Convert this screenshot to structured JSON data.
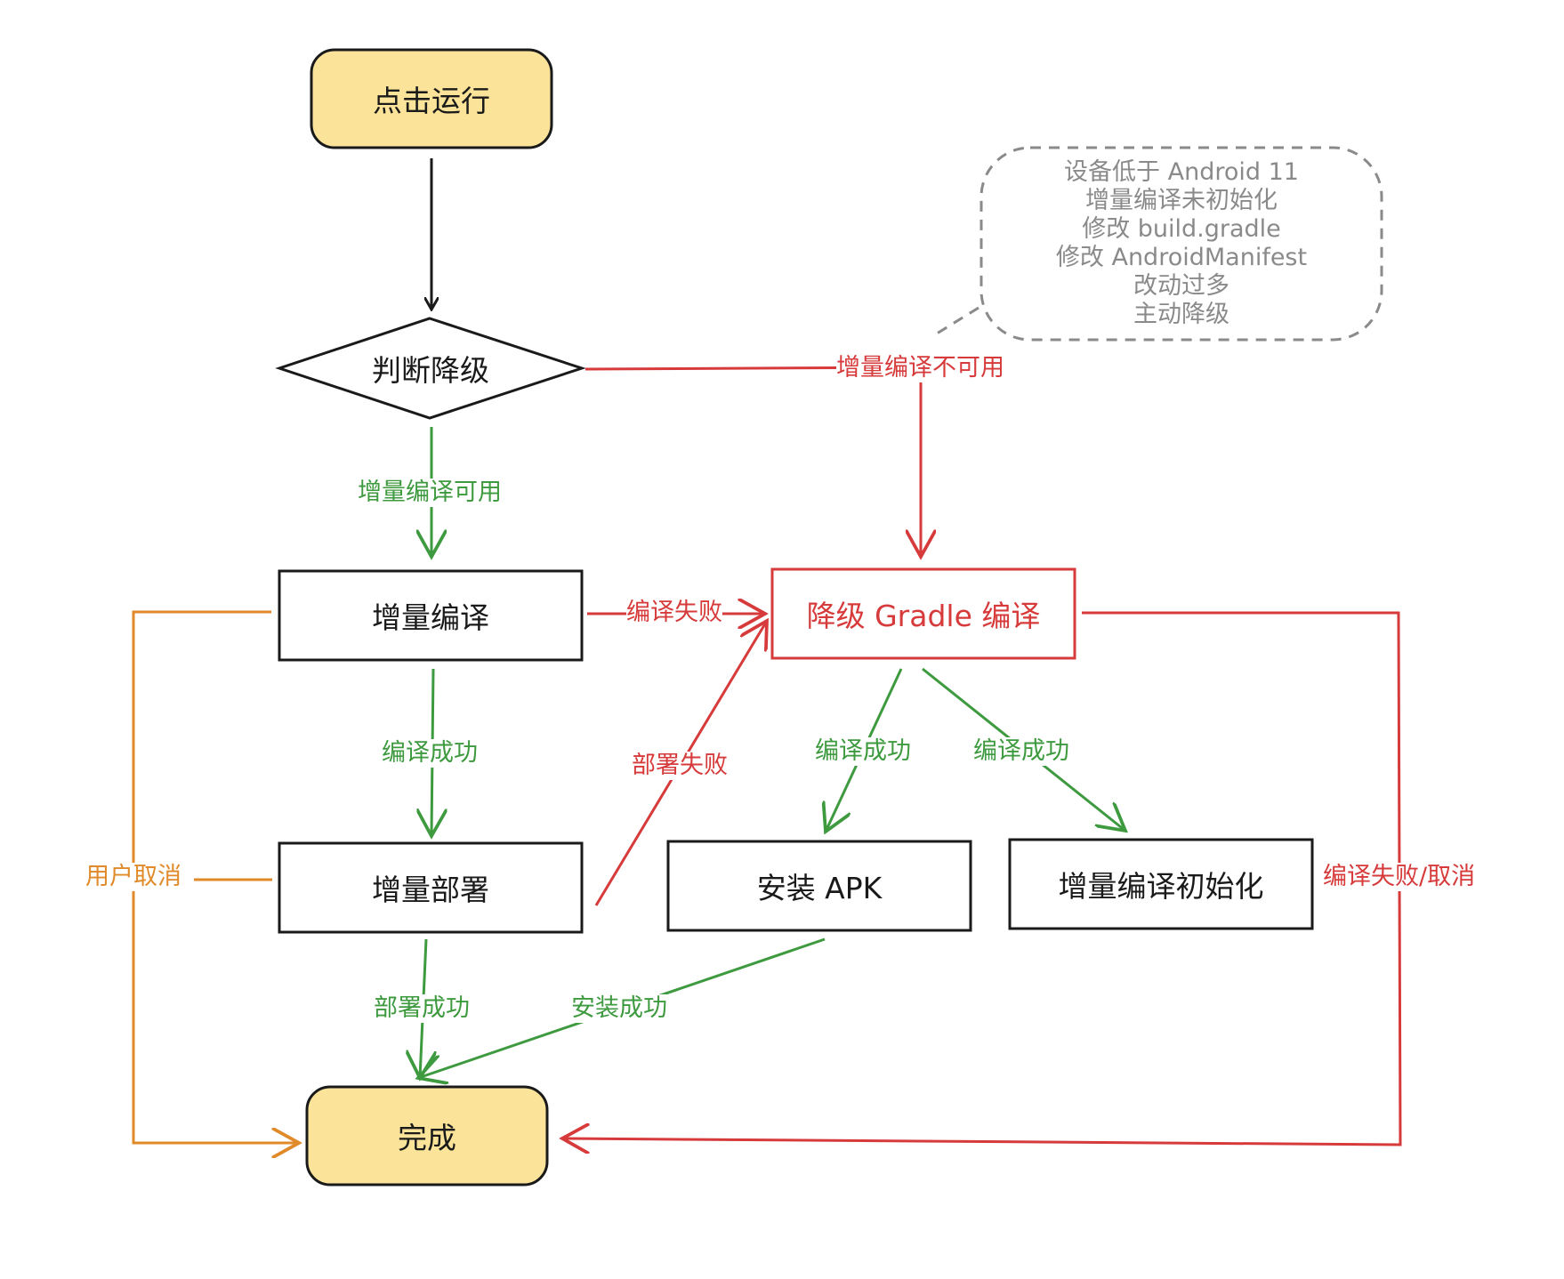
{
  "nodes": {
    "start": "点击运行",
    "decide": "判断降级",
    "incremental_compile": "增量编译",
    "fallback_compile": "降级 Gradle 编译",
    "incremental_deploy": "增量部署",
    "install_apk": "安装 APK",
    "init_incremental": "增量编译初始化",
    "done": "完成"
  },
  "note": {
    "lines": [
      "设备低于 Android 11",
      "增量编译未初始化",
      "修改 build.gradle",
      "修改 AndroidManifest",
      "改动过多",
      "主动降级"
    ]
  },
  "edges": {
    "available": "增量编译可用",
    "unavailable": "增量编译不可用",
    "compile_failed": "编译失败",
    "compile_success_left": "编译成功",
    "deploy_failed": "部署失败",
    "compile_success_mid": "编译成功",
    "compile_success_right": "编译成功",
    "user_cancel": "用户取消",
    "deploy_success": "部署成功",
    "install_success": "安装成功",
    "fail_or_cancel": "编译失败/取消"
  },
  "colors": {
    "start_fill": "#fbe49a",
    "success": "#3e9a3f",
    "failure": "#d73a3a",
    "cancel": "#e08a2a",
    "note_border": "#8a8a8a"
  }
}
